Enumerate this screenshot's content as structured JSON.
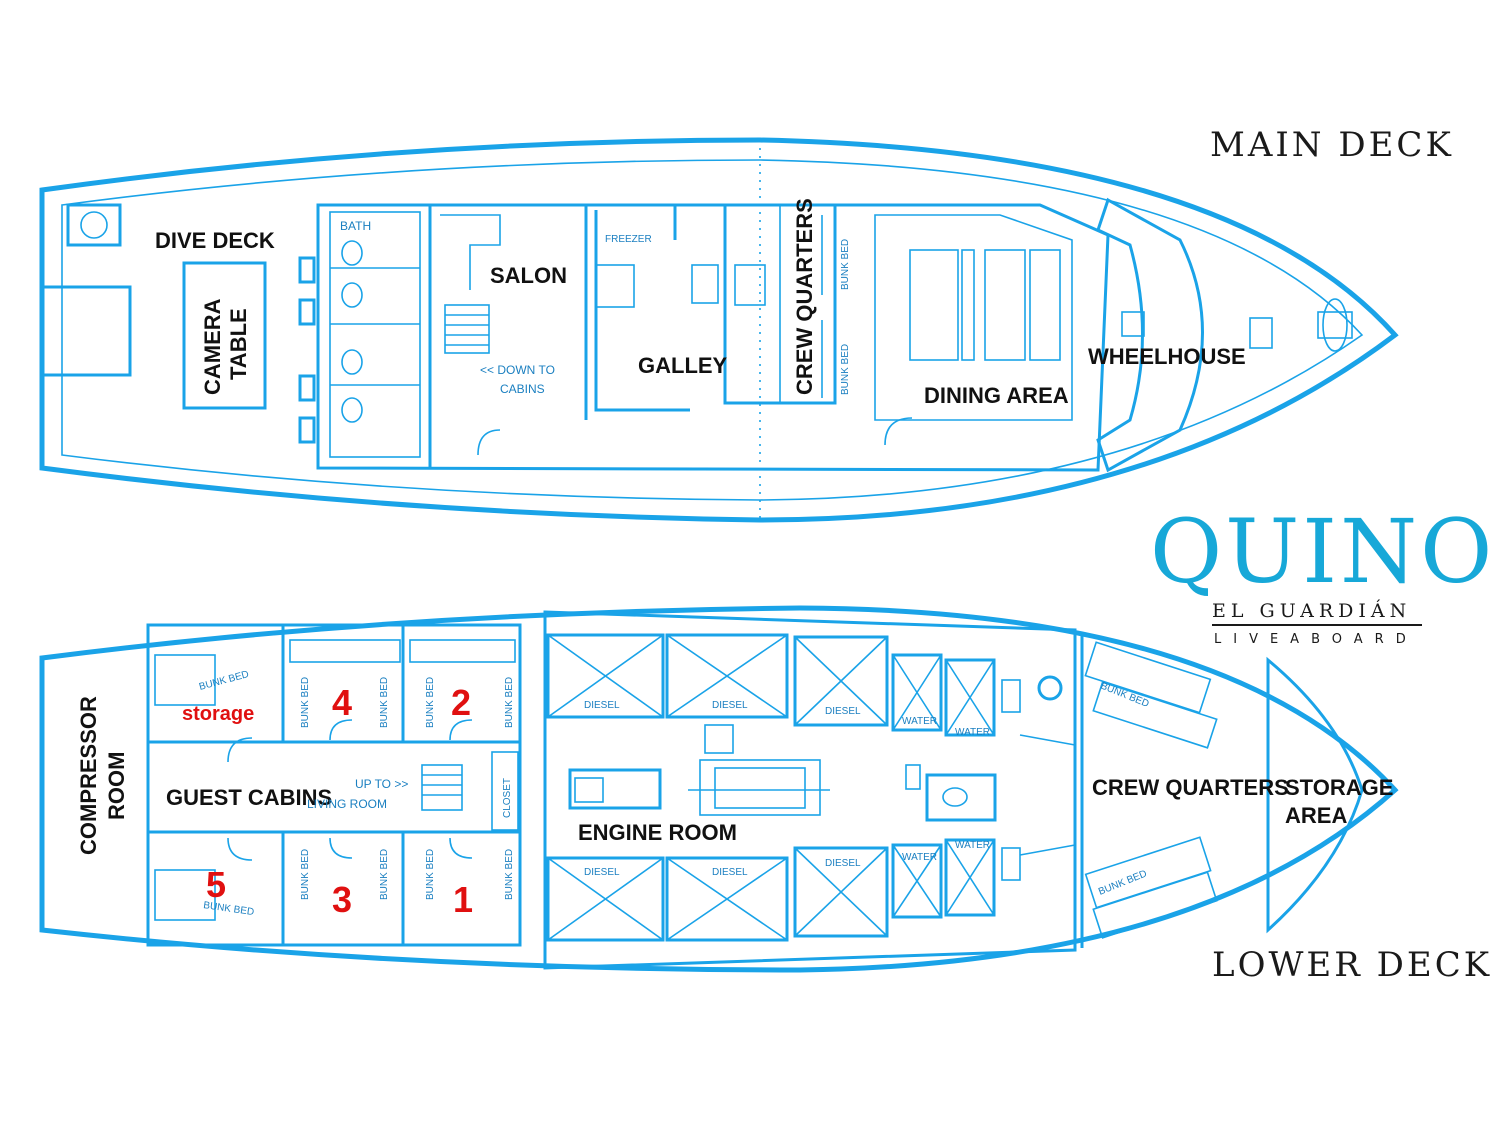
{
  "titles": {
    "main_deck": "MAIN DECK",
    "lower_deck": "LOWER DECK"
  },
  "brand": {
    "name": "QUINO",
    "subtitle": "EL GUARDIÁN",
    "tagline": "LIVEABOARD",
    "color": "#17a8d8"
  },
  "colors": {
    "outline": "#1aa3e8",
    "cabin_numbers": "#e01010"
  },
  "main_deck": {
    "dive_deck": "DIVE DECK",
    "camera_table_line1": "CAMERA",
    "camera_table_line2": "TABLE",
    "bath": "BATH",
    "salon": "SALON",
    "down_to_cabins_line1": "<< DOWN TO",
    "down_to_cabins_line2": "CABINS",
    "freezer": "FREEZER",
    "galley": "GALLEY",
    "crew_quarters": "CREW QUARTERS",
    "bunk_bed": "BUNK BED",
    "dining_area": "DINING AREA",
    "wheelhouse": "WHEELHOUSE"
  },
  "lower_deck": {
    "compressor_room_line1": "COMPRESSOR",
    "compressor_room_line2": "ROOM",
    "bunk_bed": "BUNK BED",
    "storage": "storage",
    "guest_cabins": "GUEST CABINS",
    "up_to_line1": "UP TO >>",
    "up_to_line2": "LIVING ROOM",
    "closet": "CLOSET",
    "cabin_numbers": [
      "1",
      "2",
      "3",
      "4",
      "5"
    ],
    "engine_room": "ENGINE ROOM",
    "diesel": "DIESEL",
    "water": "WATER",
    "crew_quarters": "CREW QUARTERS",
    "storage_area_line1": "STORAGE",
    "storage_area_line2": "AREA"
  }
}
